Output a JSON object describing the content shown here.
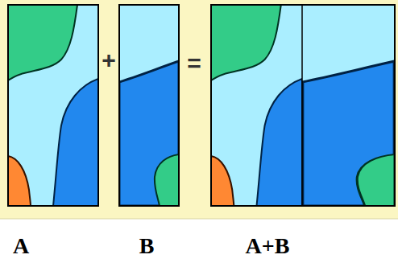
{
  "diagram": {
    "labels": [
      "+",
      "=",
      "A",
      "B",
      "A+B"
    ]
  }
}
